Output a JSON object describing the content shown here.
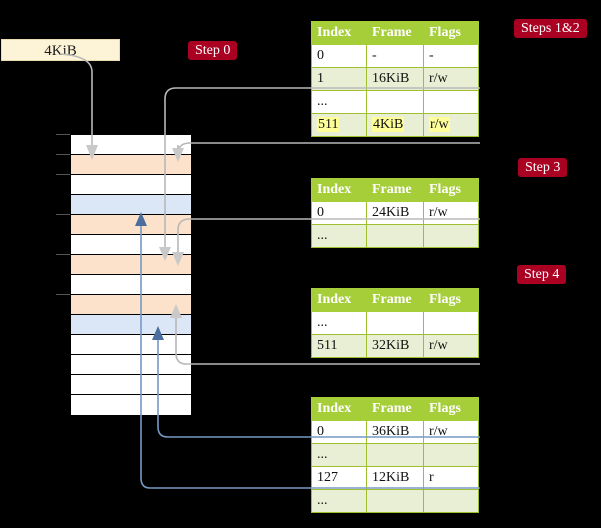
{
  "labels": {
    "size_box": "4KiB",
    "step0": "Step 0",
    "steps12": "Steps 1&2",
    "step3": "Step 3",
    "step4": "Step 4"
  },
  "table_headers": [
    "Index",
    "Frame",
    "Flags"
  ],
  "tables": [
    {
      "name": "pml4-table",
      "rows": [
        {
          "index": "0",
          "frame": "-",
          "flags": "-",
          "style": "plain",
          "highlight": false
        },
        {
          "index": "1",
          "frame": "16KiB",
          "flags": "r/w",
          "style": "alt",
          "highlight": false
        },
        {
          "index": "...",
          "frame": "",
          "flags": "",
          "style": "plain",
          "highlight": false
        },
        {
          "index": "511",
          "frame": "4KiB",
          "flags": "r/w",
          "style": "alt",
          "highlight": true
        }
      ]
    },
    {
      "name": "pdpt-table",
      "rows": [
        {
          "index": "0",
          "frame": "24KiB",
          "flags": "r/w",
          "style": "plain",
          "highlight": false
        },
        {
          "index": "...",
          "frame": "",
          "flags": "",
          "style": "alt",
          "highlight": false
        }
      ]
    },
    {
      "name": "pd-table",
      "rows": [
        {
          "index": "...",
          "frame": "",
          "flags": "",
          "style": "plain",
          "highlight": false
        },
        {
          "index": "511",
          "frame": "32KiB",
          "flags": "r/w",
          "style": "alt",
          "highlight": false
        }
      ]
    },
    {
      "name": "pt-table",
      "rows": [
        {
          "index": "0",
          "frame": "36KiB",
          "flags": "r/w",
          "style": "plain",
          "highlight": false
        },
        {
          "index": "...",
          "frame": "",
          "flags": "",
          "style": "alt",
          "highlight": false
        },
        {
          "index": "127",
          "frame": "12KiB",
          "flags": "r",
          "style": "plain",
          "highlight": false
        },
        {
          "index": "...",
          "frame": "",
          "flags": "",
          "style": "alt",
          "highlight": false
        }
      ]
    }
  ],
  "memory_rows": [
    {
      "color": "c-white"
    },
    {
      "color": "c-orange"
    },
    {
      "color": "c-white"
    },
    {
      "color": "c-blue"
    },
    {
      "color": "c-orange"
    },
    {
      "color": "c-white"
    },
    {
      "color": "c-orange"
    },
    {
      "color": "c-white"
    },
    {
      "color": "c-orange"
    },
    {
      "color": "c-blue"
    },
    {
      "color": "c-white"
    },
    {
      "color": "c-white"
    },
    {
      "color": "c-white"
    },
    {
      "color": "c-white"
    }
  ],
  "colors": {
    "background": "#000000",
    "badge": "#aa0022",
    "table_header": "#a6ce39",
    "table_alt_row": "#e9efd5",
    "highlight": "#ffff99",
    "size_box": "#fdf3d7",
    "mem_orange": "#fde2cb",
    "mem_blue": "#dbe7f7",
    "wire_gray": "#b8b8b8",
    "wire_blue": "#7698c6"
  }
}
